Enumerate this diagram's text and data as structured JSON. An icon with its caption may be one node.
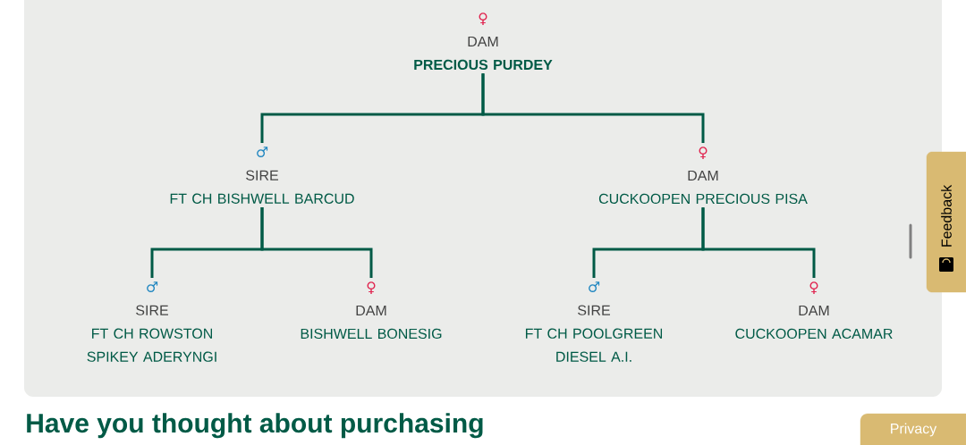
{
  "diagram": {
    "nodes": [
      {
        "text": [
          "♀",
          "DAM",
          "PRECIOUS PURDEY"
        ]
      },
      {
        "text": [
          "♂",
          "SIRE",
          "FT CH BISHWELL BARCUD"
        ]
      },
      {
        "text": [
          "♀",
          "DAM",
          "CUCKOOPEN PRECIOUS PISA"
        ]
      },
      {
        "text": [
          "♂",
          "SIRE",
          "FT CH ROWSTON SPIKEY ADERYNGI"
        ]
      },
      {
        "text": [
          "♀",
          "DAM",
          "BISHWELL BONESIG"
        ]
      },
      {
        "text": [
          "♂",
          "SIRE",
          "FT CH POOLGREEN DIESEL A.I."
        ]
      },
      {
        "text": [
          "♀",
          "DAM",
          "CUCKOOPEN ACAMAR"
        ]
      }
    ],
    "edges": [
      {
        "from": 0,
        "to": 1,
        "arrow": "none"
      },
      {
        "from": 0,
        "to": 2,
        "arrow": "none"
      },
      {
        "from": 1,
        "to": 3,
        "arrow": "none"
      },
      {
        "from": 1,
        "to": 4,
        "arrow": "none"
      },
      {
        "from": 2,
        "to": 5,
        "arrow": "none"
      },
      {
        "from": 2,
        "to": 6,
        "arrow": "none"
      }
    ],
    "labels": [
      "Feedback",
      "Privacy",
      "Have you thought about purchasing"
    ]
  }
}
